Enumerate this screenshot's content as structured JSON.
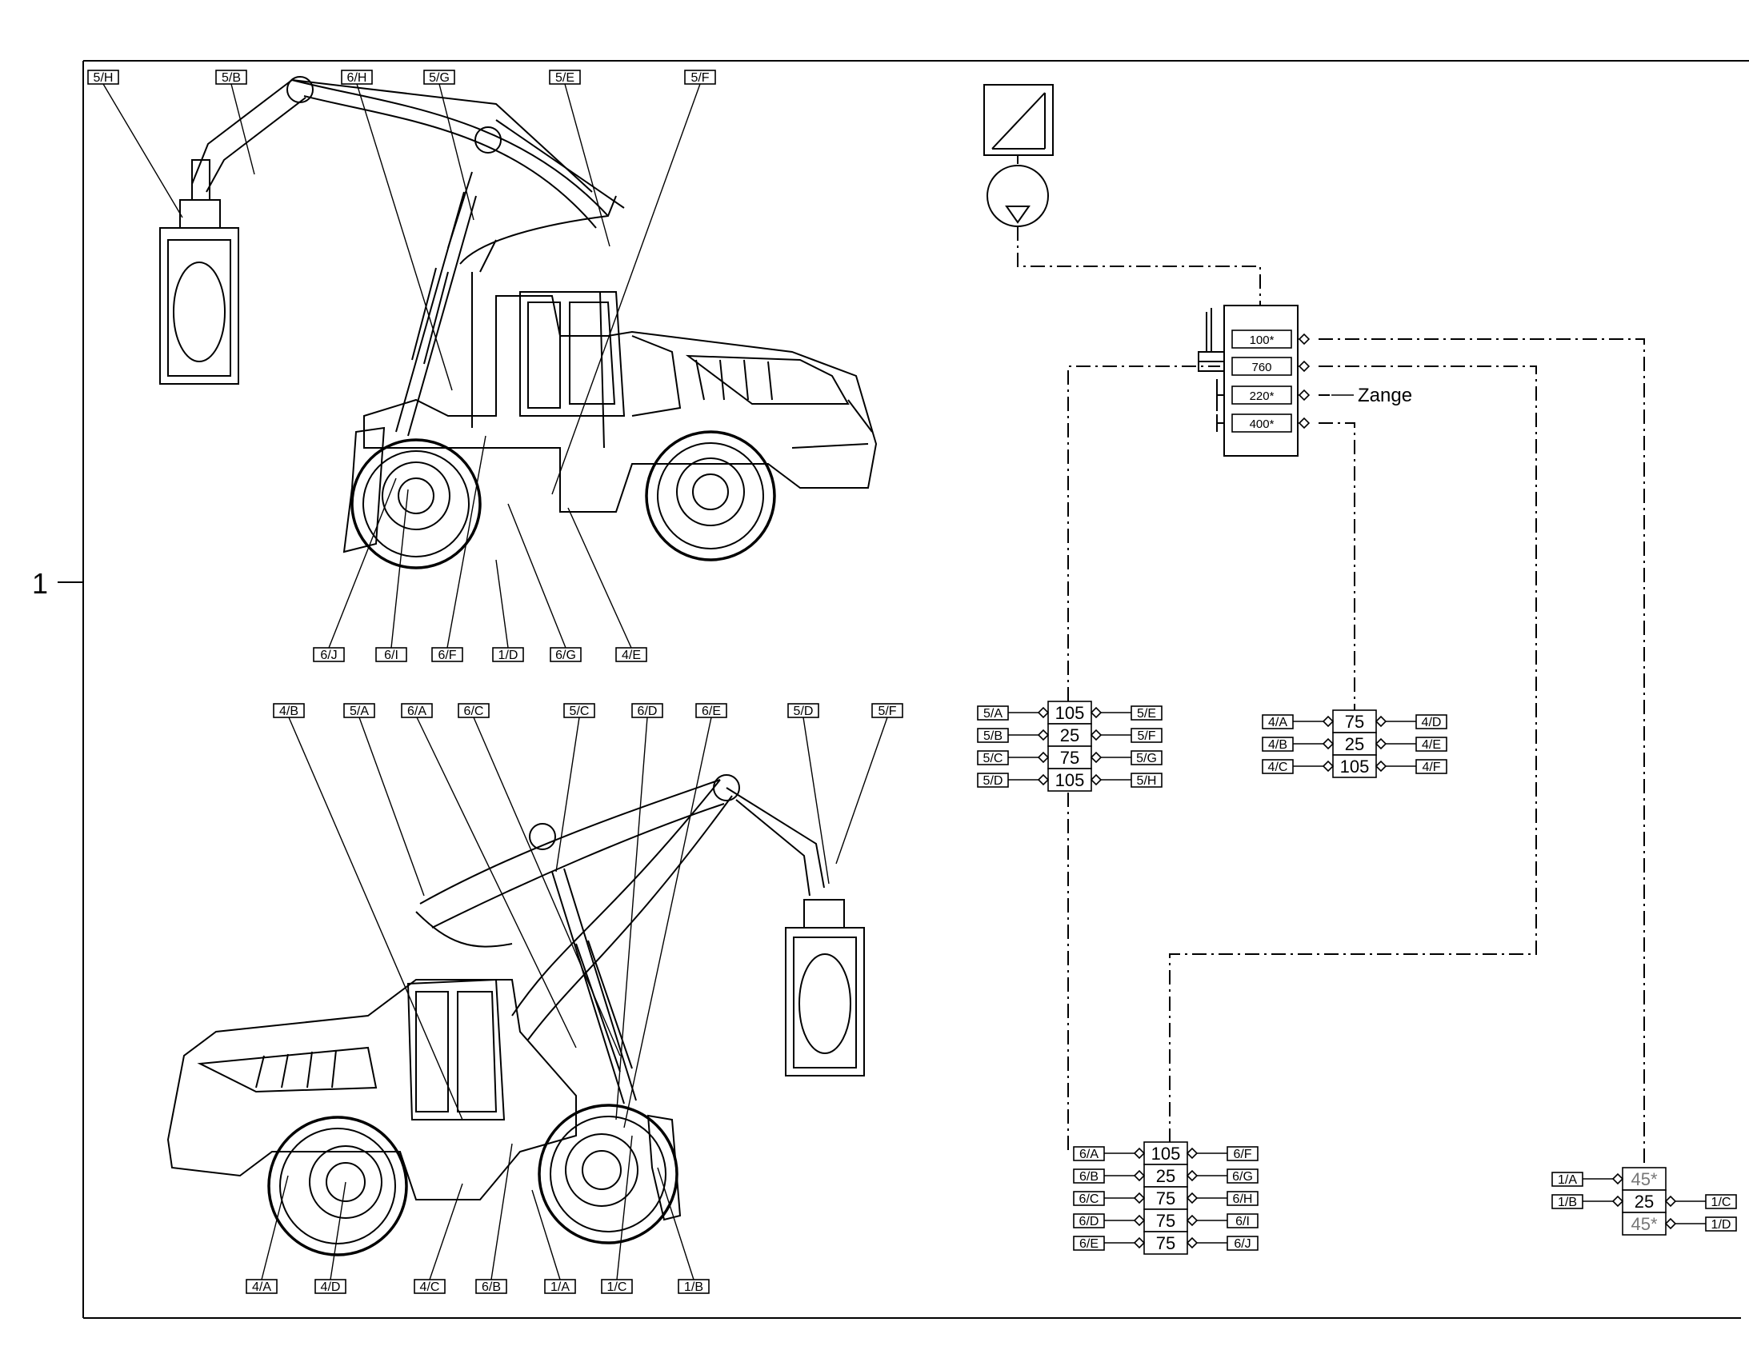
{
  "figure_number": "1",
  "zange_label": "Zange",
  "top_callouts": [
    "5/H",
    "5/B",
    "6/H",
    "5/G",
    "5/E",
    "5/F"
  ],
  "top_bottom_callouts": [
    "6/J",
    "6/I",
    "6/F",
    "1/D",
    "6/G",
    "4/E"
  ],
  "bottom_top_callouts": [
    "4/B",
    "5/A",
    "6/A",
    "6/C",
    "5/C",
    "6/D",
    "6/E",
    "5/D",
    "5/F"
  ],
  "bottom_bottom_callouts": [
    "4/A",
    "4/D",
    "4/C",
    "6/B",
    "1/A",
    "1/C",
    "1/B"
  ],
  "distributor": {
    "rows": [
      "100*",
      "760",
      "220*",
      "400*"
    ]
  },
  "groups": {
    "g5": {
      "rows": [
        {
          "left": "5/A",
          "value": "105",
          "right": "5/E"
        },
        {
          "left": "5/B",
          "value": "25",
          "right": "5/F"
        },
        {
          "left": "5/C",
          "value": "75",
          "right": "5/G"
        },
        {
          "left": "5/D",
          "value": "105",
          "right": "5/H"
        }
      ]
    },
    "g4": {
      "rows": [
        {
          "left": "4/A",
          "value": "75",
          "right": "4/D"
        },
        {
          "left": "4/B",
          "value": "25",
          "right": "4/E"
        },
        {
          "left": "4/C",
          "value": "105",
          "right": "4/F"
        }
      ]
    },
    "g6": {
      "rows": [
        {
          "left": "6/A",
          "value": "105",
          "right": "6/F"
        },
        {
          "left": "6/B",
          "value": "25",
          "right": "6/G"
        },
        {
          "left": "6/C",
          "value": "75",
          "right": "6/H"
        },
        {
          "left": "6/D",
          "value": "75",
          "right": "6/I"
        },
        {
          "left": "6/E",
          "value": "75",
          "right": "6/J"
        }
      ]
    },
    "g1": {
      "rows": [
        {
          "left": "1/A",
          "value": "45*",
          "right": ""
        },
        {
          "left": "1/B",
          "value": "25",
          "right": "1/C"
        },
        {
          "left": "",
          "value": "45*",
          "right": "1/D"
        }
      ]
    }
  }
}
